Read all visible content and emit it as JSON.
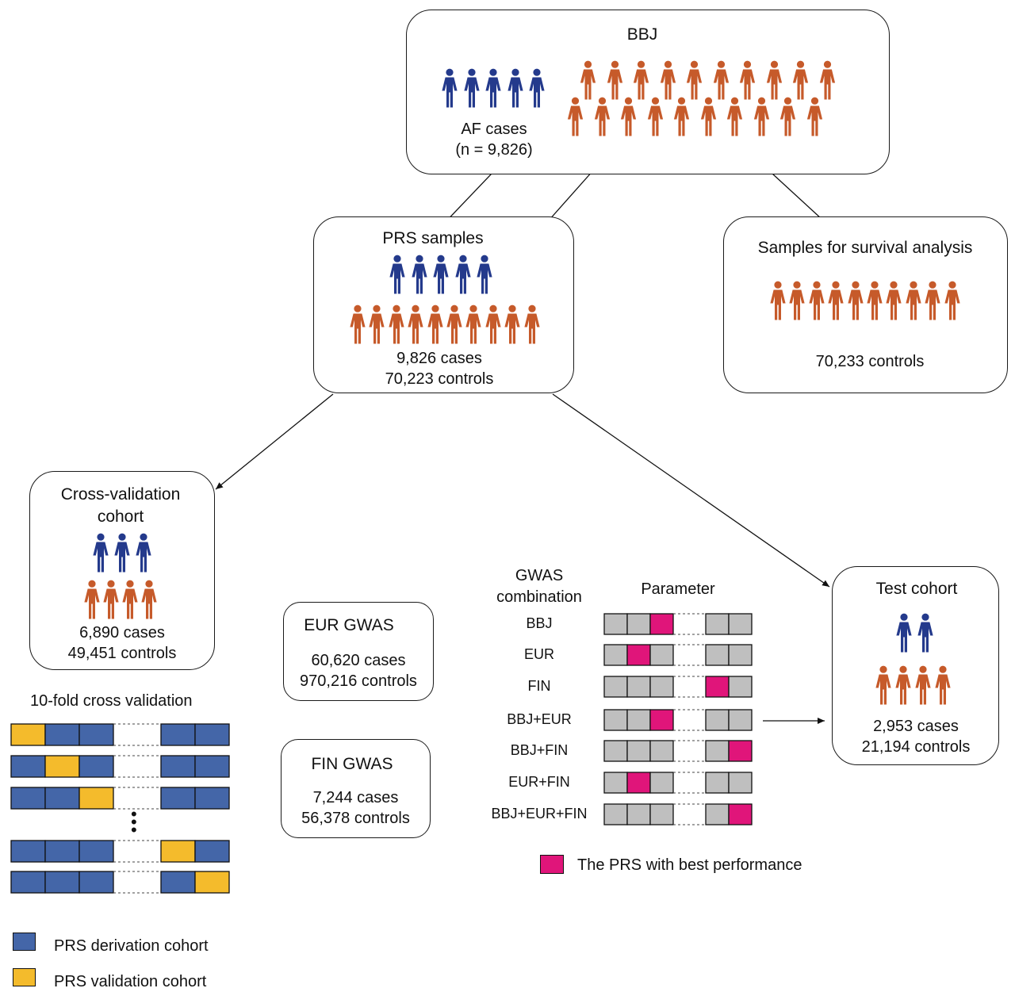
{
  "colors": {
    "case": "#243a8c",
    "control": "#c65a2a",
    "derivation": "#4466a8",
    "validation": "#f4bb2c",
    "best": "#e0157a",
    "grey": "#bfbfbf"
  },
  "boxes": {
    "bbj": {
      "title": "BBJ",
      "label_line1": "AF cases",
      "label_line2": "(n = 9,826)",
      "cases_icons": 5,
      "controls_icons": 20
    },
    "prs": {
      "title": "PRS samples",
      "line1": "9,826 cases",
      "line2": "70,223 controls",
      "cases_icons": 5,
      "controls_icons": 10
    },
    "survival": {
      "title": "Samples for survival analysis",
      "line1": "70,233 controls",
      "controls_icons": 10
    },
    "cv": {
      "title_line1": "Cross-validation",
      "title_line2": "cohort",
      "line1": "6,890 cases",
      "line2": "49,451 controls",
      "cases_icons": 3,
      "controls_icons": 4
    },
    "eur": {
      "title": "EUR GWAS",
      "line1": "60,620 cases",
      "line2": "970,216 controls"
    },
    "fin": {
      "title": "FIN GWAS",
      "line1": "7,244 cases",
      "line2": "56,378 controls"
    },
    "test": {
      "title": "Test cohort",
      "line1": "2,953 cases",
      "line2": "21,194 controls",
      "cases_icons": 2,
      "controls_icons": 4
    }
  },
  "cv_section": {
    "title": "10-fold cross validation",
    "validation_positions": [
      0,
      1,
      2,
      3,
      4
    ],
    "legend": [
      {
        "label": "PRS derivation cohort",
        "color": "#4466a8"
      },
      {
        "label": "PRS validation cohort",
        "color": "#f4bb2c"
      }
    ]
  },
  "gwas_panel": {
    "header_line1": "GWAS",
    "header_line2": "combination",
    "param_header": "Parameter",
    "rows": [
      {
        "label": "BBJ",
        "best": 2
      },
      {
        "label": "EUR",
        "best": 1
      },
      {
        "label": "FIN",
        "best": 3
      },
      {
        "label": "BBJ+EUR",
        "best": 2
      },
      {
        "label": "BBJ+FIN",
        "best": 4
      },
      {
        "label": "EUR+FIN",
        "best": 1
      },
      {
        "label": "BBJ+EUR+FIN",
        "best": 4
      }
    ],
    "legend": "The PRS with best performance"
  }
}
